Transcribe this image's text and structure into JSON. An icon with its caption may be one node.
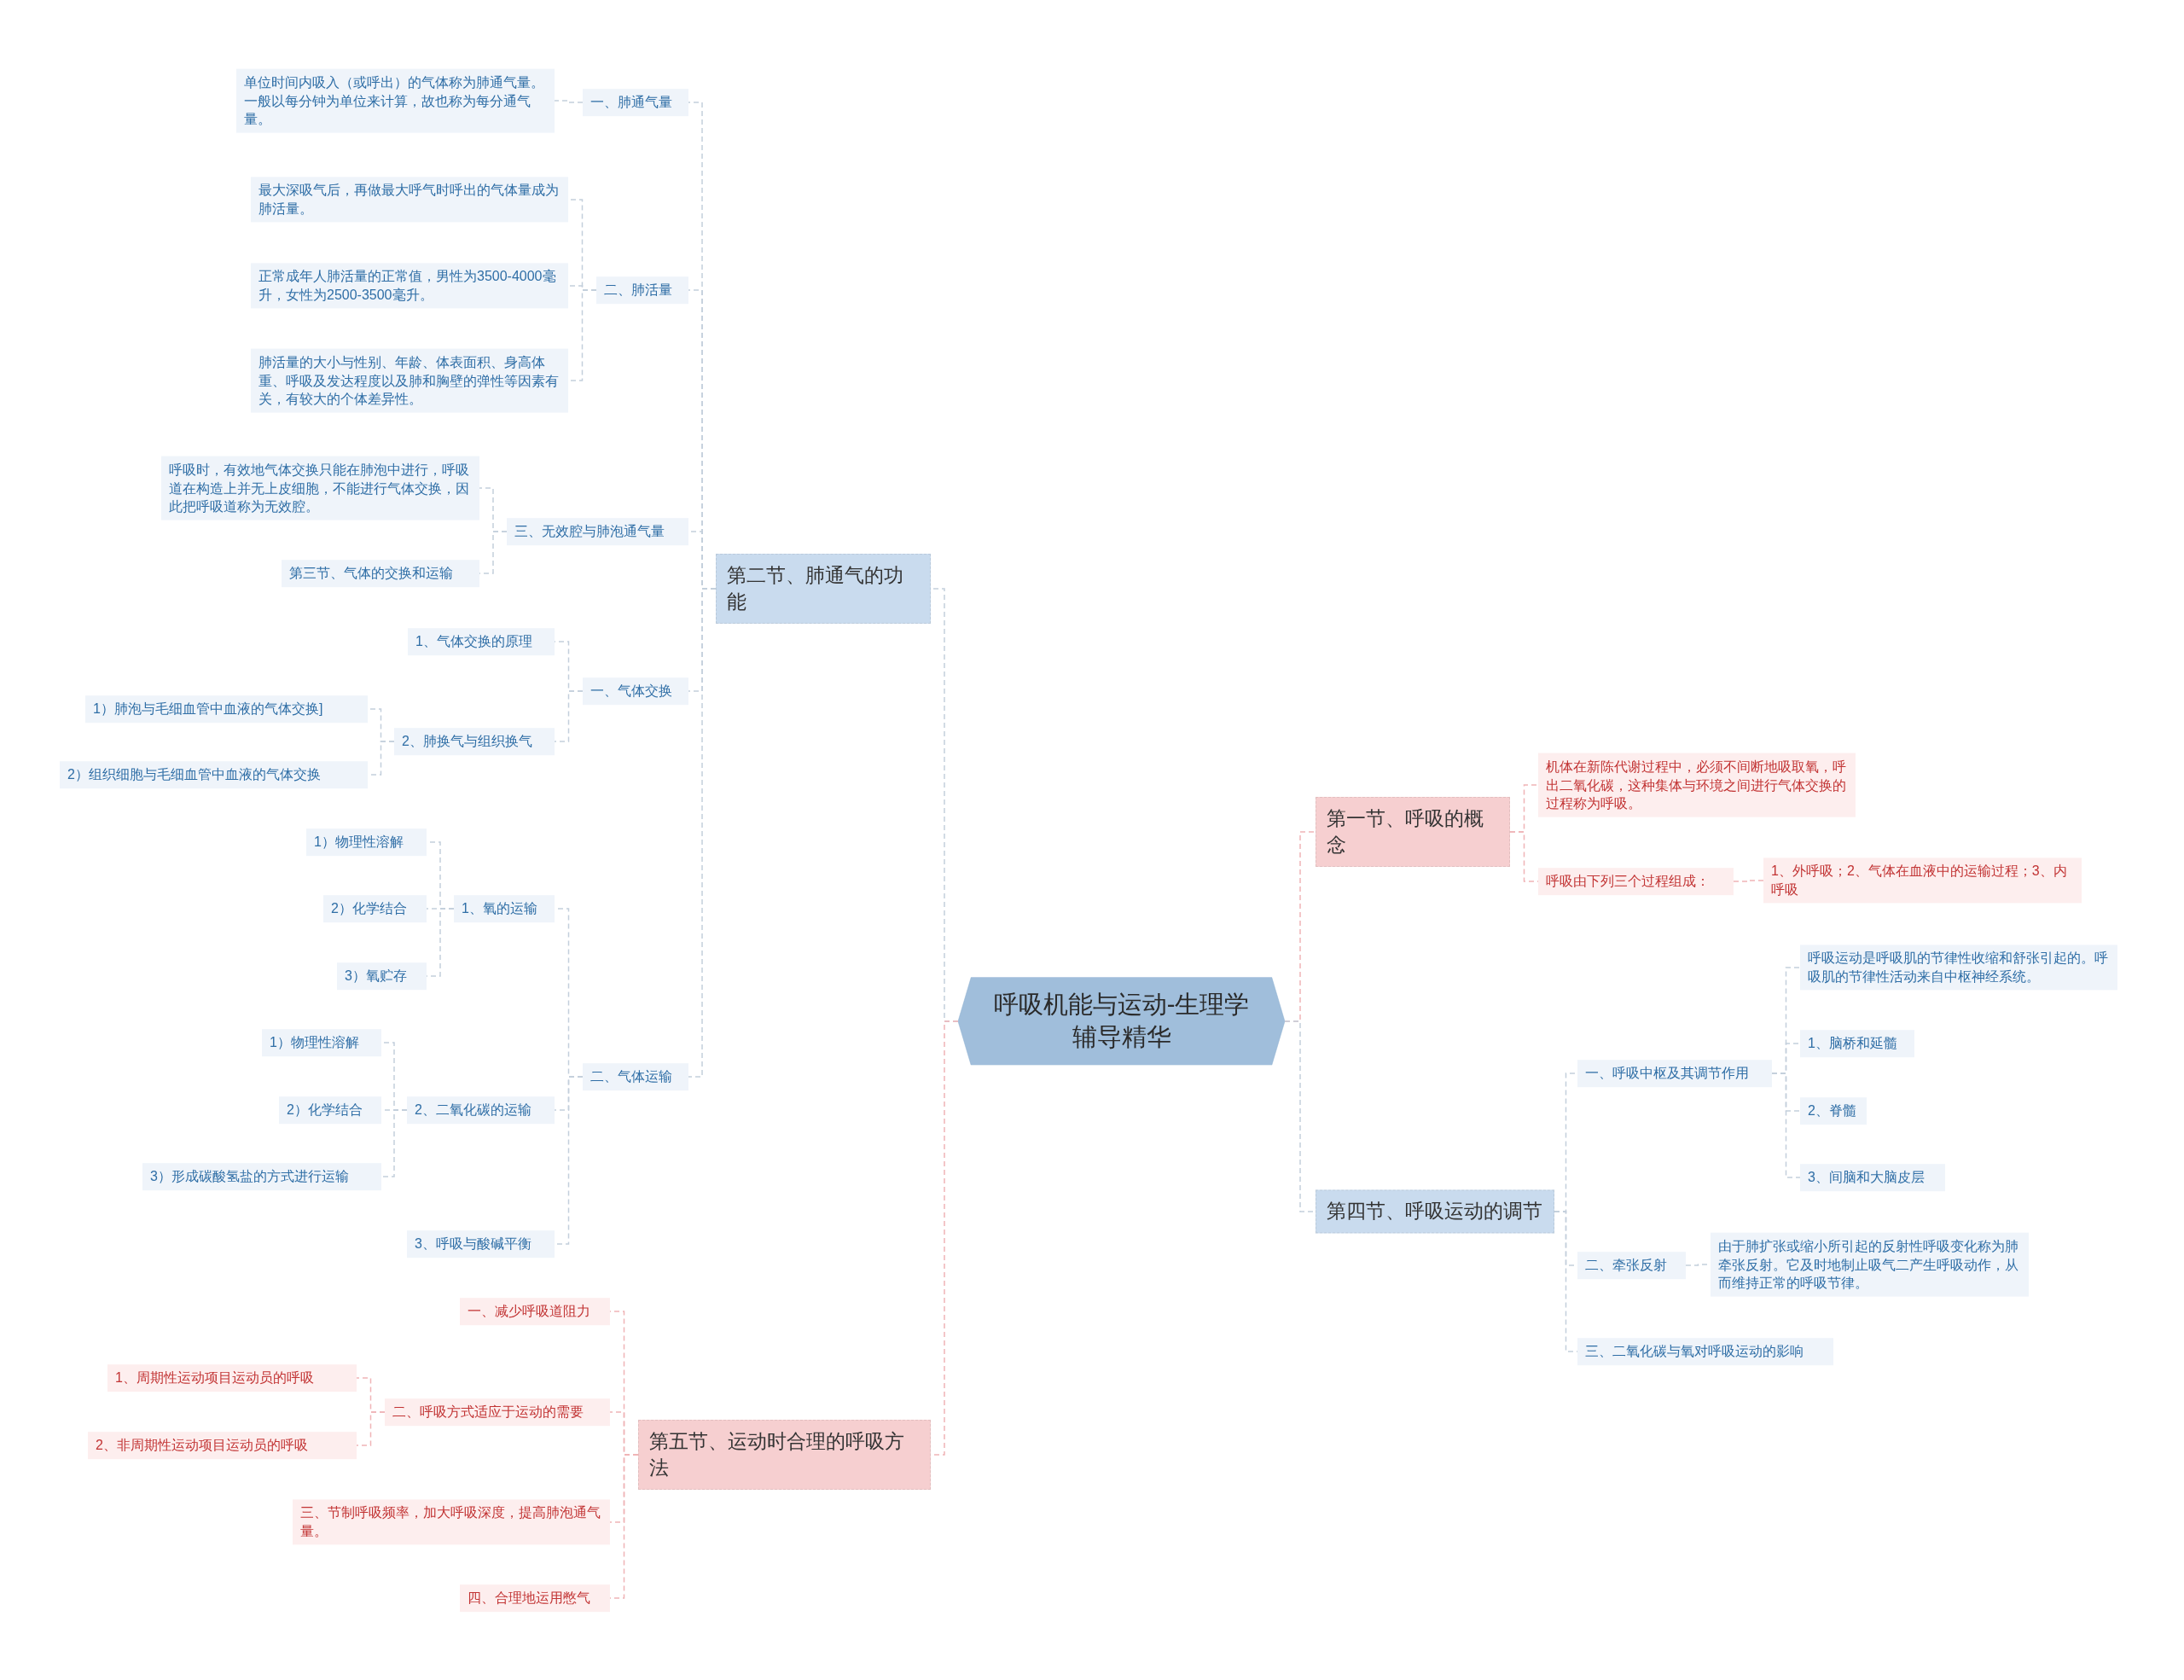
{
  "diagram": {
    "nodes": [
      {
        "text": [
          "呼吸机能与运动-生理学辅导精华"
        ]
      },
      {
        "text": [
          "第二节、肺通气的功能"
        ]
      },
      {
        "text": [
          "一、肺通气量"
        ]
      },
      {
        "text": [
          "单位时间内吸入（或呼出）的气体称为肺通气量。一般以每分钟为单位来计算，故也称为每分通气量。"
        ]
      },
      {
        "text": [
          "二、肺活量"
        ]
      },
      {
        "text": [
          "最大深吸气后，再做最大呼气时呼出的气体量成为肺活量。"
        ]
      },
      {
        "text": [
          "正常成年人肺活量的正常值，男性为3500-4000毫升，女性为2500-3500毫升。"
        ]
      },
      {
        "text": [
          "肺活量的大小与性别、年龄、体表面积、身高体重、呼吸及发达程度以及肺和胸壁的弹性等因素有关，有较大的个体差异性。"
        ]
      },
      {
        "text": [
          "三、无效腔与肺泡通气量"
        ]
      },
      {
        "text": [
          "呼吸时，有效地气体交换只能在肺泡中进行，呼吸道在构造上并无上皮细胞，不能进行气体交换，因此把呼吸道称为无效腔。"
        ]
      },
      {
        "text": [
          "第三节、气体的交换和运输"
        ]
      },
      {
        "text": [
          "一、气体交换"
        ]
      },
      {
        "text": [
          "1、气体交换的原理"
        ]
      },
      {
        "text": [
          "2、肺换气与组织换气"
        ]
      },
      {
        "text": [
          "1）肺泡与毛细血管中血液的气体交换]"
        ]
      },
      {
        "text": [
          "2）组织细胞与毛细血管中血液的气体交换"
        ]
      },
      {
        "text": [
          "二、气体运输"
        ]
      },
      {
        "text": [
          "1、氧的运输"
        ]
      },
      {
        "text": [
          "1）物理性溶解"
        ]
      },
      {
        "text": [
          "2）化学结合"
        ]
      },
      {
        "text": [
          "3）氧贮存"
        ]
      },
      {
        "text": [
          "2、二氧化碳的运输"
        ]
      },
      {
        "text": [
          "1）物理性溶解"
        ]
      },
      {
        "text": [
          "2）化学结合"
        ]
      },
      {
        "text": [
          "3）形成碳酸氢盐的方式进行运输"
        ]
      },
      {
        "text": [
          "3、呼吸与酸碱平衡"
        ]
      },
      {
        "text": [
          "第五节、运动时合理的呼吸方法"
        ]
      },
      {
        "text": [
          "一、减少呼吸道阻力"
        ]
      },
      {
        "text": [
          "二、呼吸方式适应于运动的需要"
        ]
      },
      {
        "text": [
          "1、周期性运动项目运动员的呼吸"
        ]
      },
      {
        "text": [
          "2、非周期性运动项目运动员的呼吸"
        ]
      },
      {
        "text": [
          "三、节制呼吸频率，加大呼吸深度，提高肺泡通气量。"
        ]
      },
      {
        "text": [
          "四、合理地运用憋气"
        ]
      },
      {
        "text": [
          "第一节、呼吸的概念"
        ]
      },
      {
        "text": [
          "机体在新陈代谢过程中，必须不间断地吸取氧，呼出二氧化碳，这种集体与环境之间进行气体交换的过程称为呼吸。"
        ]
      },
      {
        "text": [
          "呼吸由下列三个过程组成："
        ]
      },
      {
        "text": [
          "1、外呼吸；2、气体在血液中的运输过程；3、内呼吸"
        ]
      },
      {
        "text": [
          "第四节、呼吸运动的调节"
        ]
      },
      {
        "text": [
          "一、呼吸中枢及其调节作用"
        ]
      },
      {
        "text": [
          "呼吸运动是呼吸肌的节律性收缩和舒张引起的。呼吸肌的节律性活动来自中枢神经系统。"
        ]
      },
      {
        "text": [
          "1、脑桥和延髓"
        ]
      },
      {
        "text": [
          "2、脊髓"
        ]
      },
      {
        "text": [
          "3、间脑和大脑皮层"
        ]
      },
      {
        "text": [
          "二、牵张反射"
        ]
      },
      {
        "text": [
          "由于肺扩张或缩小所引起的反射性呼吸变化称为肺牵张反射。它及时地制止吸气二产生呼吸动作，从而维持正常的呼吸节律。"
        ]
      },
      {
        "text": [
          "三、二氧化碳与氧对呼吸运动的影响"
        ]
      }
    ],
    "edges": [
      {
        "from": 0,
        "to": 1,
        "arrow": "none"
      },
      {
        "from": 1,
        "to": 2,
        "arrow": "none"
      },
      {
        "from": 2,
        "to": 3,
        "arrow": "none"
      },
      {
        "from": 1,
        "to": 4,
        "arrow": "none"
      },
      {
        "from": 4,
        "to": 5,
        "arrow": "none"
      },
      {
        "from": 4,
        "to": 6,
        "arrow": "none"
      },
      {
        "from": 4,
        "to": 7,
        "arrow": "none"
      },
      {
        "from": 1,
        "to": 8,
        "arrow": "none"
      },
      {
        "from": 8,
        "to": 9,
        "arrow": "none"
      },
      {
        "from": 8,
        "to": 10,
        "arrow": "none"
      },
      {
        "from": 1,
        "to": 11,
        "arrow": "none"
      },
      {
        "from": 11,
        "to": 12,
        "arrow": "none"
      },
      {
        "from": 11,
        "to": 13,
        "arrow": "none"
      },
      {
        "from": 13,
        "to": 14,
        "arrow": "none"
      },
      {
        "from": 13,
        "to": 15,
        "arrow": "none"
      },
      {
        "from": 1,
        "to": 16,
        "arrow": "none"
      },
      {
        "from": 16,
        "to": 17,
        "arrow": "none"
      },
      {
        "from": 17,
        "to": 18,
        "arrow": "none"
      },
      {
        "from": 17,
        "to": 19,
        "arrow": "none"
      },
      {
        "from": 17,
        "to": 20,
        "arrow": "none"
      },
      {
        "from": 16,
        "to": 21,
        "arrow": "none"
      },
      {
        "from": 21,
        "to": 22,
        "arrow": "none"
      },
      {
        "from": 21,
        "to": 23,
        "arrow": "none"
      },
      {
        "from": 21,
        "to": 24,
        "arrow": "none"
      },
      {
        "from": 16,
        "to": 25,
        "arrow": "none"
      },
      {
        "from": 0,
        "to": 26,
        "arrow": "none",
        "color": "#f0b4b6"
      },
      {
        "from": 26,
        "to": 27,
        "arrow": "none",
        "color": "#f0b4b6"
      },
      {
        "from": 26,
        "to": 28,
        "arrow": "none",
        "color": "#f0b4b6"
      },
      {
        "from": 28,
        "to": 29,
        "arrow": "none",
        "color": "#f0b4b6"
      },
      {
        "from": 28,
        "to": 30,
        "arrow": "none",
        "color": "#f0b4b6"
      },
      {
        "from": 26,
        "to": 31,
        "arrow": "none",
        "color": "#f0b4b6"
      },
      {
        "from": 26,
        "to": 32,
        "arrow": "none",
        "color": "#f0b4b6"
      },
      {
        "from": 0,
        "to": 33,
        "arrow": "none",
        "color": "#f0b4b6"
      },
      {
        "from": 33,
        "to": 34,
        "arrow": "none",
        "color": "#f0b4b6"
      },
      {
        "from": 33,
        "to": 35,
        "arrow": "none",
        "color": "#f0b4b6"
      },
      {
        "from": 35,
        "to": 36,
        "arrow": "none",
        "color": "#f0b4b6"
      },
      {
        "from": 0,
        "to": 37,
        "arrow": "none"
      },
      {
        "from": 37,
        "to": 38,
        "arrow": "none"
      },
      {
        "from": 38,
        "to": 39,
        "arrow": "none"
      },
      {
        "from": 38,
        "to": 40,
        "arrow": "none"
      },
      {
        "from": 38,
        "to": 41,
        "arrow": "none"
      },
      {
        "from": 38,
        "to": 42,
        "arrow": "none"
      },
      {
        "from": 37,
        "to": 43,
        "arrow": "none"
      },
      {
        "from": 43,
        "to": 44,
        "arrow": "none"
      },
      {
        "from": 37,
        "to": 45,
        "arrow": "none"
      }
    ]
  }
}
